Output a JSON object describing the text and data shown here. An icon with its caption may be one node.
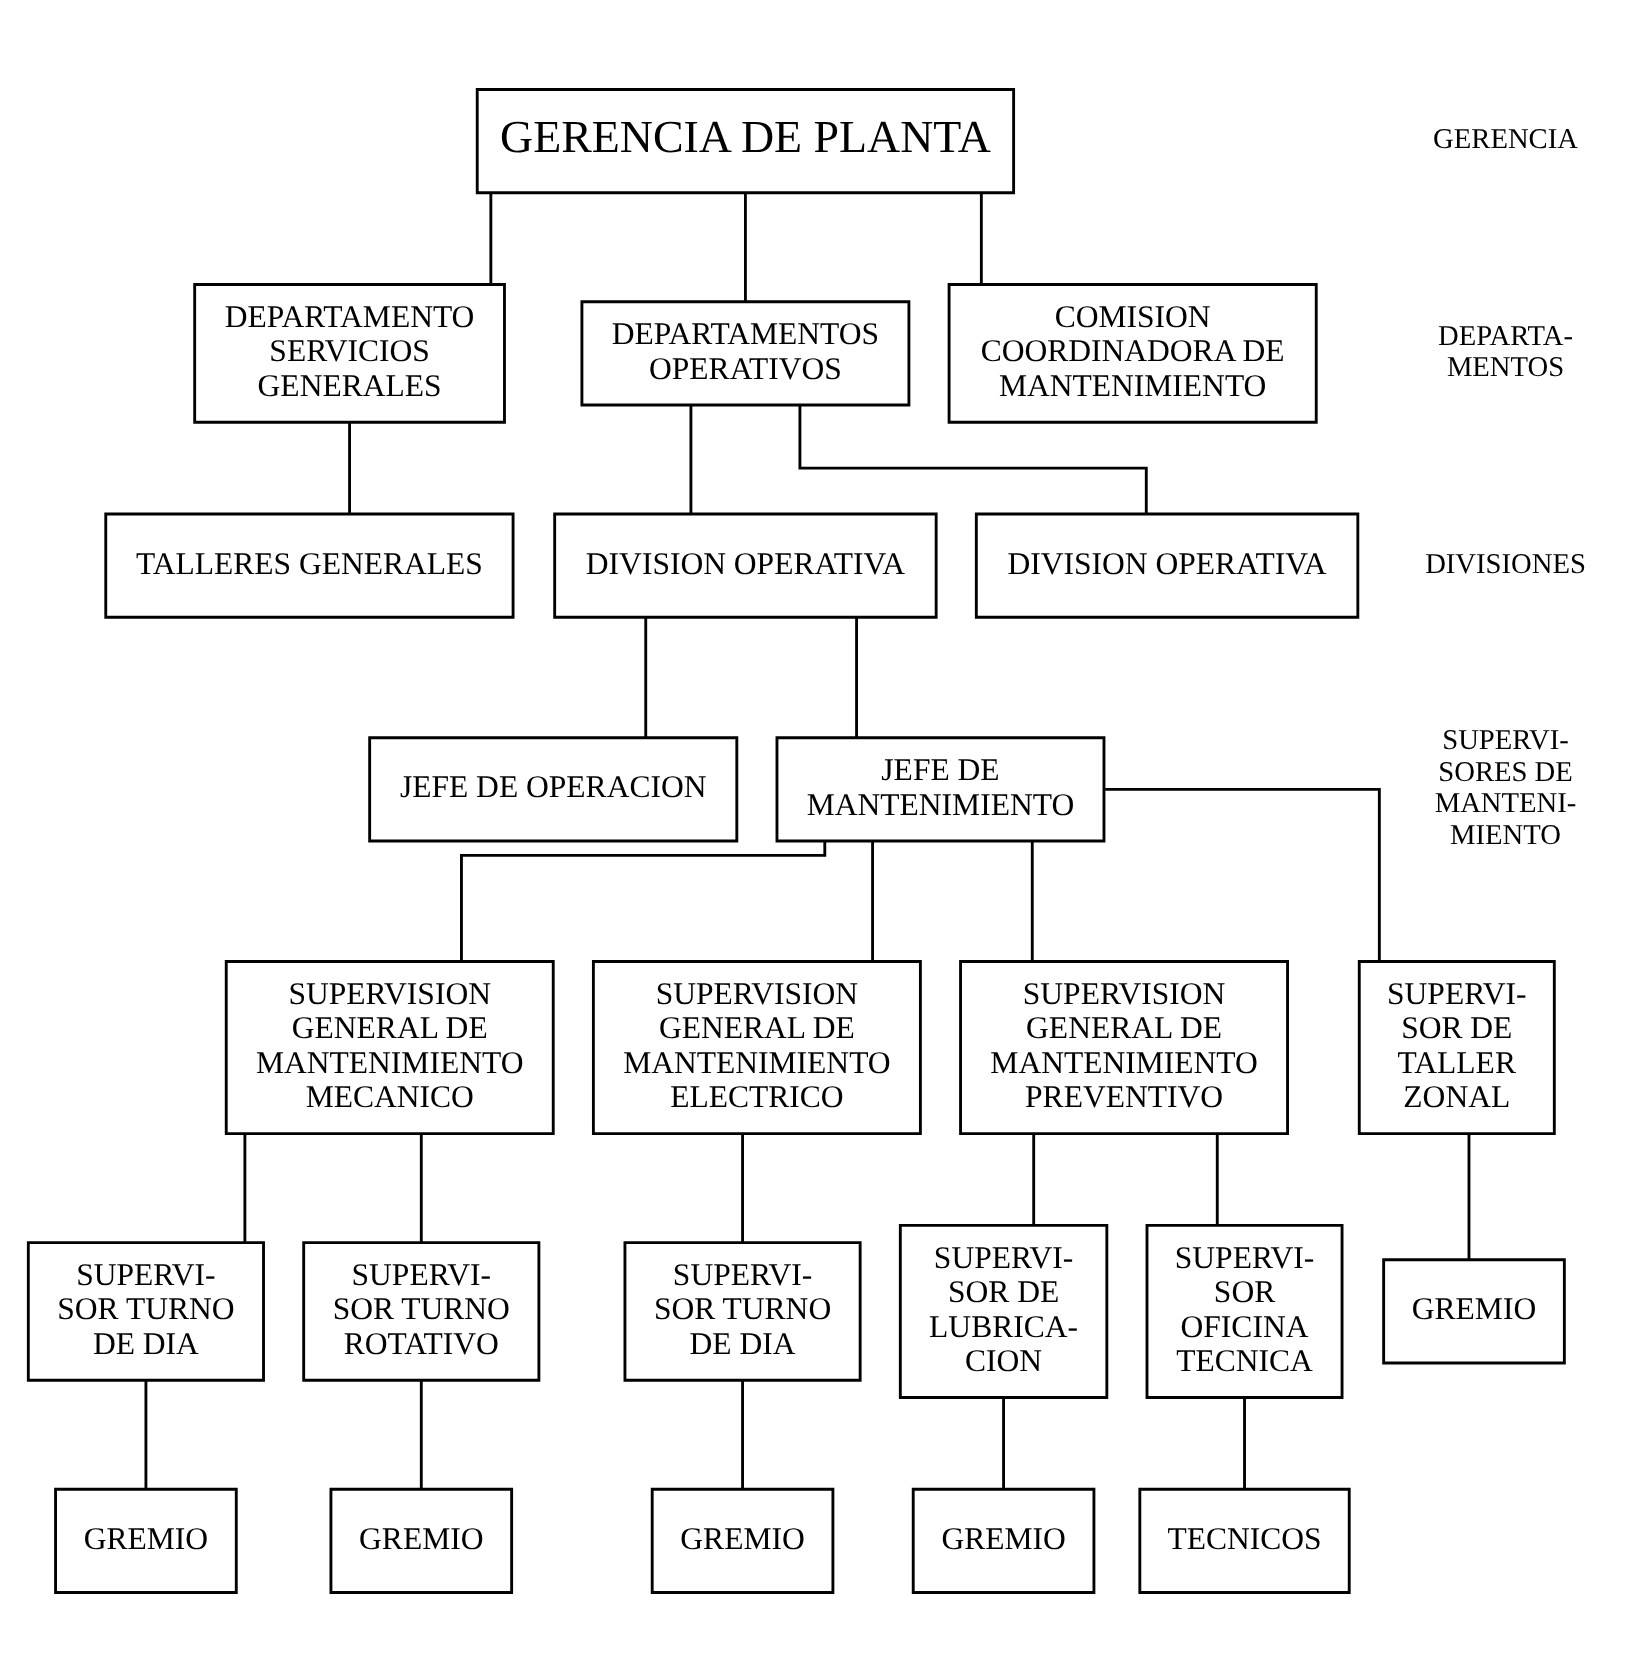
{
  "diagram": {
    "nodes": [
      {
        "text": [
          "GERENCIA DE PLANTA"
        ]
      },
      {
        "text": [
          "DEPARTAMENTO SERVICIOS GENERALES"
        ]
      },
      {
        "text": [
          "DEPARTAMENTOS OPERATIVOS"
        ]
      },
      {
        "text": [
          "COMISION COORDINADORA DE MANTENIMIENTO"
        ]
      },
      {
        "text": [
          "TALLERES GENERALES"
        ]
      },
      {
        "text": [
          "DIVISION OPERATIVA"
        ]
      },
      {
        "text": [
          "DIVISION OPERATIVA"
        ]
      },
      {
        "text": [
          "JEFE DE OPERACION"
        ]
      },
      {
        "text": [
          "JEFE DE MANTENIMIENTO"
        ]
      },
      {
        "text": [
          "SUPERVISION GENERAL DE MANTENIMIENTO MECANICO"
        ]
      },
      {
        "text": [
          "SUPERVISION GENERAL DE MANTENIMIENTO ELECTRICO"
        ]
      },
      {
        "text": [
          "SUPERVISION GENERAL DE MANTENIMIENTO PREVENTIVO"
        ]
      },
      {
        "text": [
          "SUPERVI- SOR DE TALLER ZONAL"
        ]
      },
      {
        "text": [
          "SUPERVI- SOR TURNO DE DIA"
        ]
      },
      {
        "text": [
          "SUPERVI- SOR TURNO ROTATIVO"
        ]
      },
      {
        "text": [
          "SUPERVI- SOR TURNO DE DIA"
        ]
      },
      {
        "text": [
          "SUPERVI- SOR DE LUBRICA- CION"
        ]
      },
      {
        "text": [
          "SUPERVI- SOR OFICINA TECNICA"
        ]
      },
      {
        "text": [
          "GREMIO"
        ]
      },
      {
        "text": [
          "GREMIO"
        ]
      },
      {
        "text": [
          "GREMIO"
        ]
      },
      {
        "text": [
          "GREMIO"
        ]
      },
      {
        "text": [
          "GREMIO"
        ]
      },
      {
        "text": [
          "TECNICOS"
        ]
      }
    ],
    "edges": [
      {
        "from": 0,
        "to": 1,
        "arrow": "none"
      },
      {
        "from": 0,
        "to": 2,
        "arrow": "none"
      },
      {
        "from": 0,
        "to": 3,
        "arrow": "none"
      },
      {
        "from": 1,
        "to": 4,
        "arrow": "none"
      },
      {
        "from": 2,
        "to": 5,
        "arrow": "none"
      },
      {
        "from": 2,
        "to": 6,
        "arrow": "none"
      },
      {
        "from": 5,
        "to": 7,
        "arrow": "none"
      },
      {
        "from": 5,
        "to": 8,
        "arrow": "none"
      },
      {
        "from": 8,
        "to": 12,
        "arrow": "none"
      },
      {
        "from": 8,
        "to": 9,
        "arrow": "none"
      },
      {
        "from": 8,
        "to": 10,
        "arrow": "none"
      },
      {
        "from": 8,
        "to": 11,
        "arrow": "none"
      },
      {
        "from": 9,
        "to": 13,
        "arrow": "none"
      },
      {
        "from": 9,
        "to": 14,
        "arrow": "none"
      },
      {
        "from": 10,
        "to": 15,
        "arrow": "none"
      },
      {
        "from": 11,
        "to": 16,
        "arrow": "none"
      },
      {
        "from": 11,
        "to": 17,
        "arrow": "none"
      },
      {
        "from": 12,
        "to": 18,
        "arrow": "none"
      },
      {
        "from": 13,
        "to": 19,
        "arrow": "none"
      },
      {
        "from": 14,
        "to": 20,
        "arrow": "none"
      },
      {
        "from": 15,
        "to": 21,
        "arrow": "none"
      },
      {
        "from": 16,
        "to": 22,
        "arrow": "none"
      },
      {
        "from": 17,
        "to": 23,
        "arrow": "none"
      }
    ],
    "labels": [
      "GERENCIA",
      "DEPARTA- MENTOS",
      "DIVISIONES",
      "SUPERVI- SORES DE MANTENI- MIENTO"
    ]
  }
}
